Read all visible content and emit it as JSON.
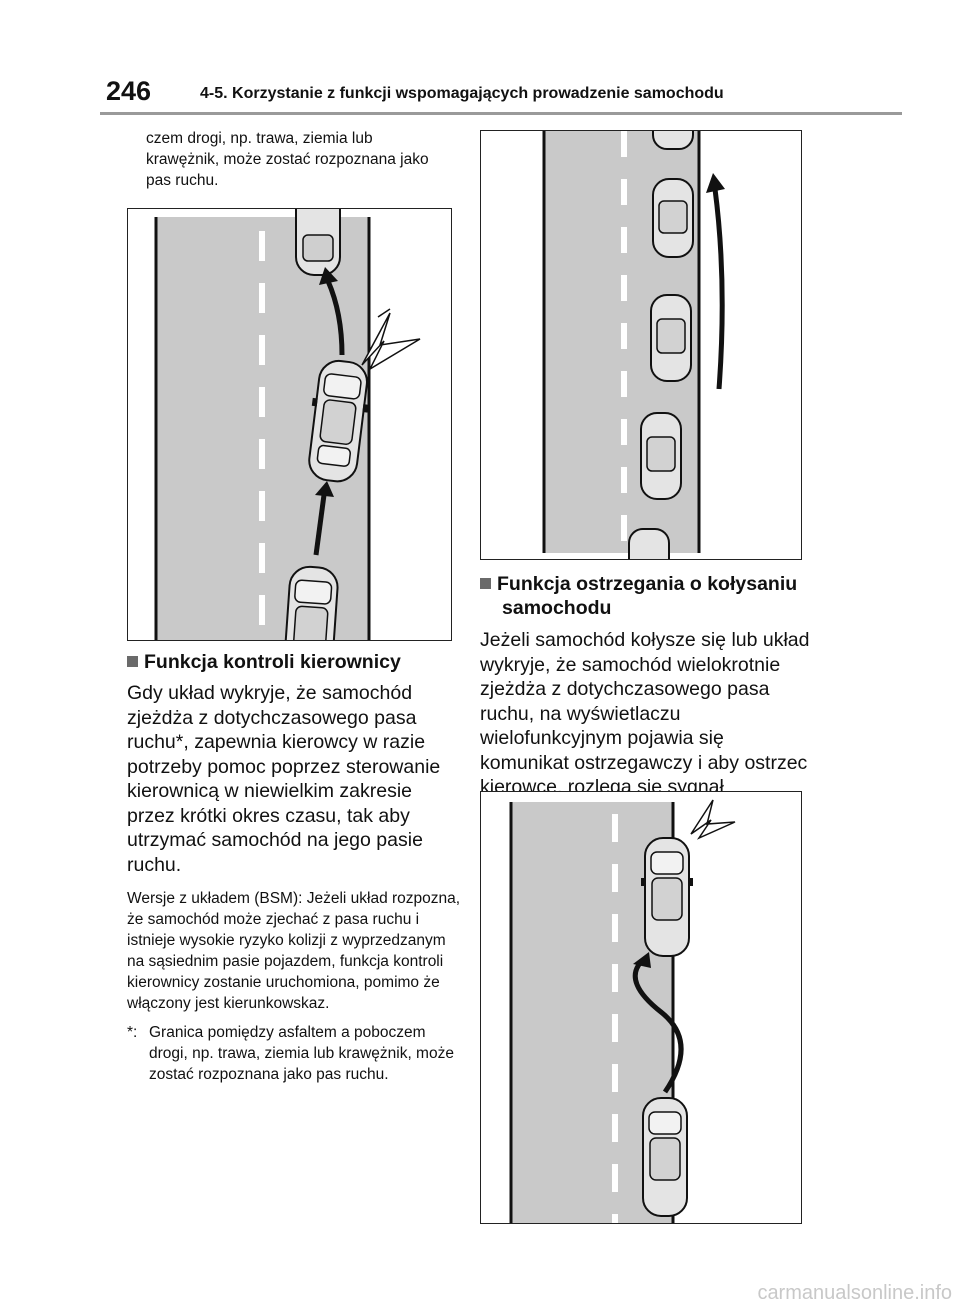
{
  "header": {
    "page_number": "246",
    "section_title": "4-5. Korzystanie z funkcji wspomagających prowadzenie samochodu"
  },
  "left_column": {
    "continuation": "czem drogi, np. trawa, ziemia lub krawężnik, może zostać rozpoznana jako pas ruchu.",
    "heading": "Funkcja kontroli kierownicy",
    "body": "Gdy układ wykryje, że samochód zjeżdża z dotychczasowego pasa ruchu*, zapewnia kierowcy w razie potrzeby pomoc poprzez sterowanie kierownicą w niewielkim zakresie przez krótki okres czasu, tak aby utrzymać samochód na jego pasie ruchu.",
    "note": "Wersje z układem (BSM): Jeżeli układ rozpozna, że samochód może zjechać z pasa ruchu i istnieje wysokie ryzyko kolizji z wyprzedzanym na sąsiednim pasie pojazdem, funkcja kontroli kierownicy zostanie uruchomiona, pomimo że włączony jest kierunkowskaz.",
    "footnote_mark": "*:",
    "footnote": "Granica pomiędzy asfaltem a poboczem drogi, np. trawa, ziemia lub krawężnik, może zostać rozpoznana jako pas ruchu."
  },
  "right_column": {
    "heading": "Funkcja ostrzegania o kołysaniu samochodu",
    "body": "Jeżeli samochód kołysze się lub układ wykryje, że samochód wielokrotnie zjeżdża z dotychczasowego pasa ruchu, na wyświetlaczu wielofunkcyjnym pojawia się komunikat ostrzegawczy i aby ostrzec kierowcę, rozlega się sygnał ostrzegawczy."
  },
  "watermark": "carmanualsonline.info",
  "colors": {
    "road": "#c9c9c9",
    "lane_mark": "#ffffff",
    "arrow": "#111111",
    "header_rule": "#9a9a9a"
  }
}
